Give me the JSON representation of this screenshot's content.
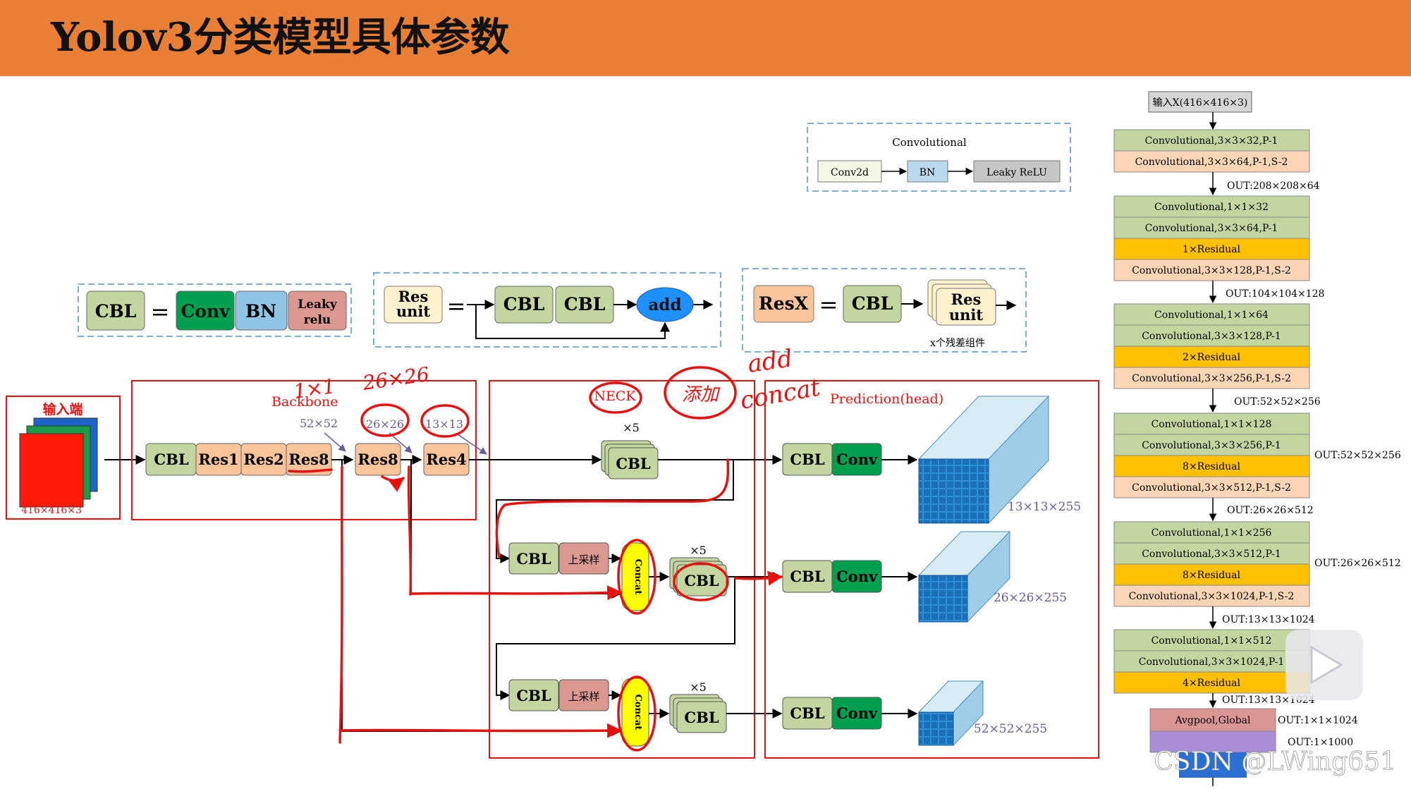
{
  "header": {
    "title": "Yolov3分类模型具体参数"
  },
  "legend": {
    "conv_title": "Convolutional",
    "conv2d": "Conv2d",
    "bn": "BN",
    "leaky": "Leaky ReLU",
    "cbl_eq": {
      "cbl": "CBL",
      "eq": "=",
      "conv": "Conv",
      "bn": "BN",
      "leaky1": "Leaky",
      "leaky2": "relu"
    },
    "res_eq": {
      "res1": "Res",
      "res2": "unit",
      "eq": "=",
      "cbl_a": "CBL",
      "cbl_b": "CBL",
      "add": "add"
    },
    "resx_eq": {
      "resx": "ResX",
      "eq": "=",
      "cbl": "CBL",
      "res1": "Res",
      "res2": "unit",
      "caption": "x个残差组件"
    }
  },
  "input": {
    "title": "输入端",
    "dim": "416×416×3"
  },
  "backbone": {
    "label": "Backbone",
    "blocks": [
      "CBL",
      "Res1",
      "Res2",
      "Res8",
      "Res8",
      "Res4"
    ],
    "tap_52": "52×52",
    "tap_26": "26×26",
    "tap_13": "13×13"
  },
  "neck": {
    "label": "NECK",
    "x5_top": "×5",
    "x5_mid": "×5",
    "x5_bot": "×5",
    "cbl_top": "CBL",
    "cbl_mid": "CBL",
    "cbl_bot": "CBL",
    "cbl_up_mid": "CBL",
    "cbl_up_bot": "CBL",
    "upsample_mid": "上采样",
    "upsample_bot": "上采样",
    "concat_mid": "Concat",
    "concat_bot": "Concat"
  },
  "head": {
    "label": "Prediction(head)",
    "rows": [
      {
        "cbl": "CBL",
        "conv": "Conv",
        "out": "13×13×255"
      },
      {
        "cbl": "CBL",
        "conv": "Conv",
        "out": "26×26×255"
      },
      {
        "cbl": "CBL",
        "conv": "Conv",
        "out": "52×52×255"
      }
    ]
  },
  "annotations": {
    "a1": "1×1",
    "a2": "26×26",
    "a3": "添加",
    "a4": "add",
    "a5": "concat"
  },
  "table": {
    "input": "输入X(416×416×3)",
    "g1": [
      "Convolutional,3×3×32,P-1",
      "Convolutional,3×3×64,P-1,S-2"
    ],
    "out1": "OUT:208×208×64",
    "g2": [
      "Convolutional,1×1×32",
      "Convolutional,3×3×64,P-1",
      "1×Residual",
      "Convolutional,3×3×128,P-1,S-2"
    ],
    "out2": "OUT:104×104×128",
    "g3": [
      "Convolutional,1×1×64",
      "Convolutional,3×3×128,P-1",
      "2×Residual",
      "Convolutional,3×3×256,P-1,S-2"
    ],
    "out3": "OUT:52×52×256",
    "g4": [
      "Convolutional,1×1×128",
      "Convolutional,3×3×256,P-1",
      "8×Residual",
      "Convolutional,3×3×512,P-1,S-2"
    ],
    "side4": "OUT:52×52×256",
    "out4": "OUT:26×26×512",
    "g5": [
      "Convolutional,1×1×256",
      "Convolutional,3×3×512,P-1",
      "8×Residual",
      "Convolutional,3×3×1024,P-1,S-2"
    ],
    "side5": "OUT:26×26×512",
    "out5": "OUT:13×13×1024",
    "g6": [
      "Convolutional,1×1×512",
      "Convolutional,3×3×1024,P-1",
      "4×Residual"
    ],
    "out6": "OUT:13×13×1024",
    "avgpool": "Avgpool,Global",
    "side_avg": "OUT:1×1×1024",
    "side_last": "OUT:1×1000"
  },
  "watermark": {
    "text": "CSDN @LWing651"
  }
}
